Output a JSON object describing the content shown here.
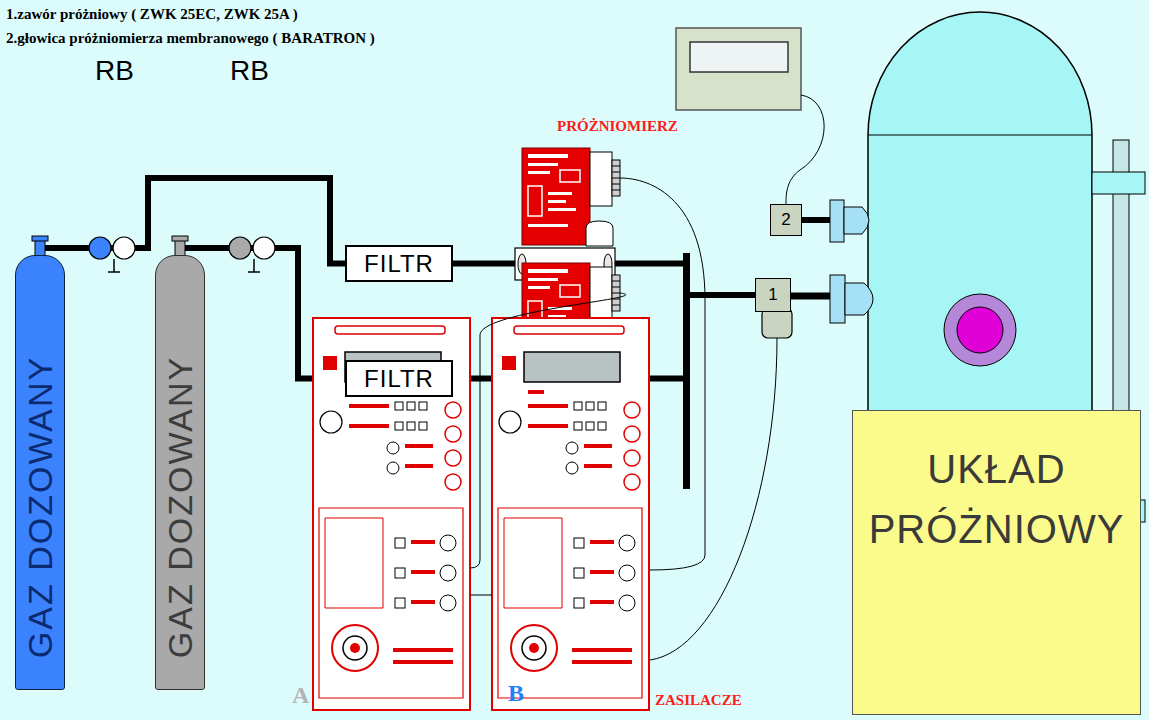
{
  "diagram": {
    "nodes": [
      {
        "text": [
          "GAZ DOZOWANY"
        ]
      },
      {
        "text": [
          "GAZ DOZOWANY"
        ]
      },
      {
        "text": [
          "FILTR"
        ]
      },
      {
        "text": [
          "FILTR"
        ]
      },
      {
        "text": [
          "2"
        ]
      },
      {
        "text": [
          "1"
        ]
      },
      {
        "text": [
          "UKŁAD PRÓŻNIOWY"
        ]
      }
    ],
    "edges": [
      {
        "from": 0,
        "to": 2,
        "arrow": "none"
      },
      {
        "from": 1,
        "to": 3,
        "arrow": "none"
      },
      {
        "from": 2,
        "to": 5,
        "arrow": "none"
      },
      {
        "from": 3,
        "to": 5,
        "arrow": "none"
      }
    ],
    "labels": [
      "1.zawór próżniowy ( ZWK 25EC, ZWK 25A )",
      "2.głowica próżniomierza membranowego ( BARATRON )",
      "RB",
      "RB",
      "PRÓŻNIOMIERZ",
      "A",
      "B",
      "ZASILACZE"
    ]
  }
}
